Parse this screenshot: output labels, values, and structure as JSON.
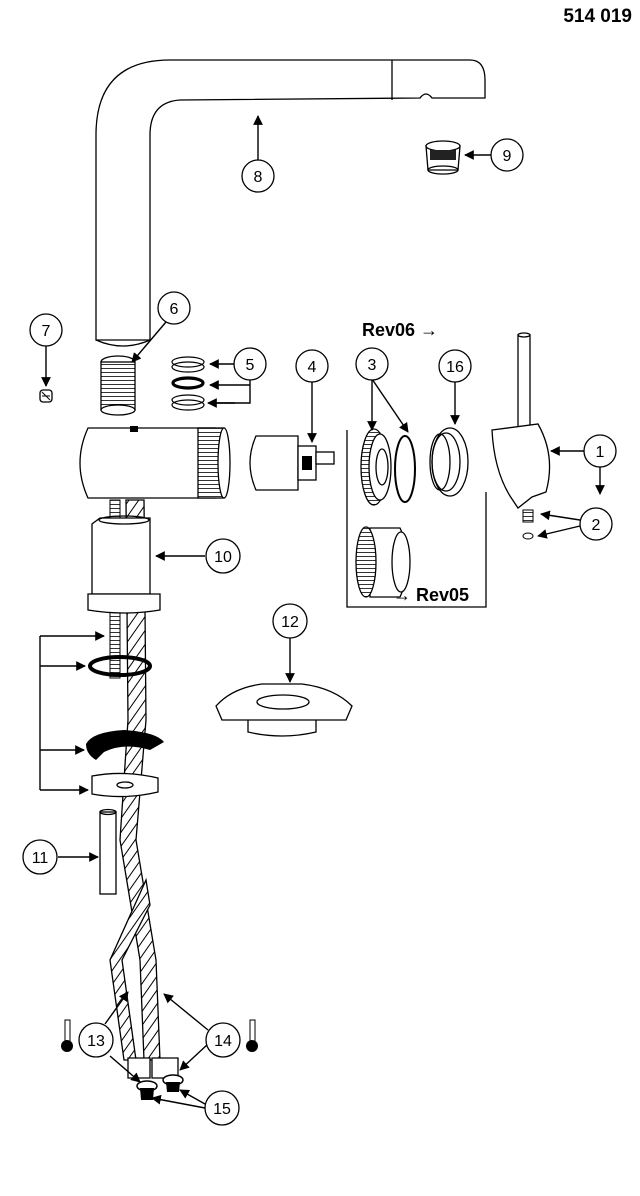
{
  "document": {
    "part_number": "514 019"
  },
  "revisions": {
    "new": "Rev06 →",
    "old": "→ Rev05"
  },
  "callouts": [
    {
      "id": "c1",
      "label": "1"
    },
    {
      "id": "c2",
      "label": "2"
    },
    {
      "id": "c3",
      "label": "3"
    },
    {
      "id": "c4",
      "label": "4"
    },
    {
      "id": "c5",
      "label": "5"
    },
    {
      "id": "c6",
      "label": "6"
    },
    {
      "id": "c7",
      "label": "7"
    },
    {
      "id": "c8",
      "label": "8"
    },
    {
      "id": "c9",
      "label": "9"
    },
    {
      "id": "c10",
      "label": "10"
    },
    {
      "id": "c11",
      "label": "11"
    },
    {
      "id": "c12",
      "label": "12"
    },
    {
      "id": "c13",
      "label": "13"
    },
    {
      "id": "c14",
      "label": "14"
    },
    {
      "id": "c15",
      "label": "15"
    },
    {
      "id": "c16",
      "label": "16"
    }
  ]
}
